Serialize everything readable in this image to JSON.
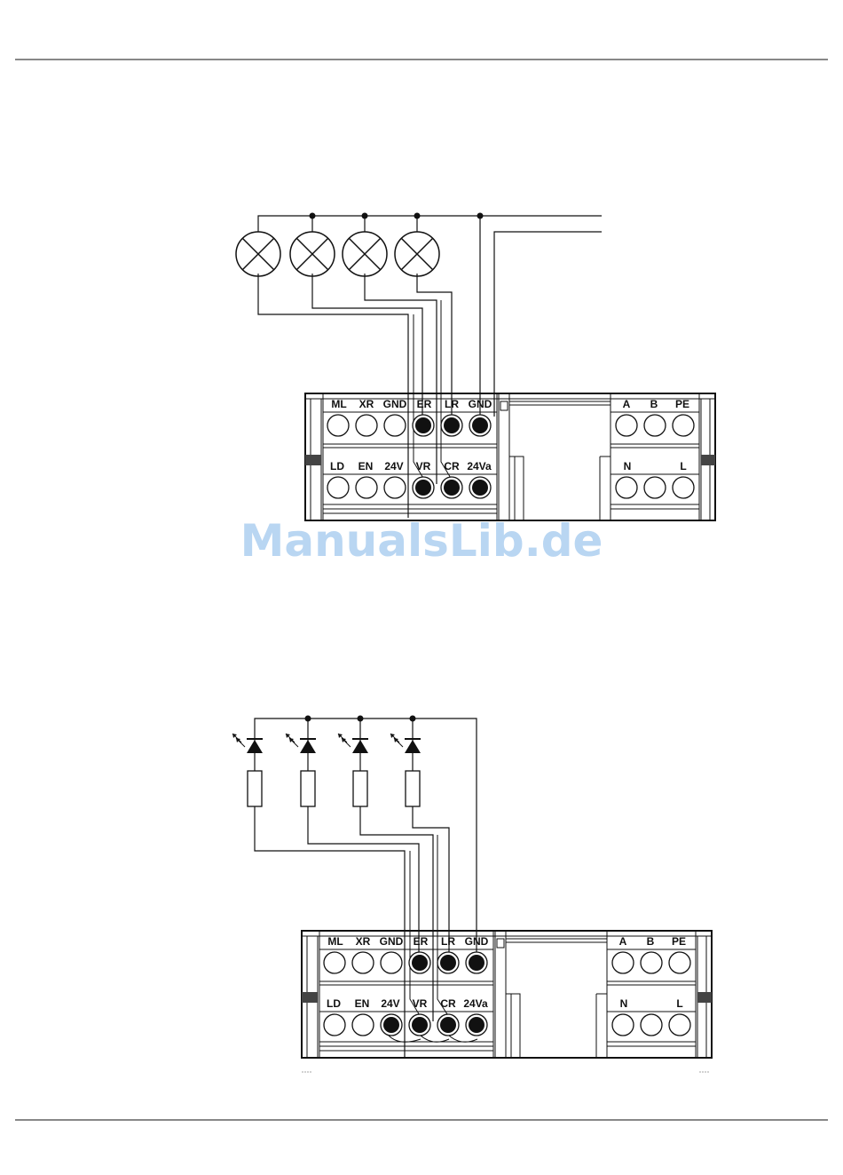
{
  "watermark": "ManualsLib.de",
  "diagrams": [
    {
      "name": "lamp-wiring",
      "load_type": "lamp",
      "top_row_labels": [
        "ML",
        "XR",
        "GND",
        "ER",
        "LR",
        "GND"
      ],
      "bottom_row_labels": [
        "LD",
        "EN",
        "24V",
        "VR",
        "CR",
        "24Va"
      ],
      "right_top_labels": [
        "A",
        "B",
        "PE"
      ],
      "right_bottom_labels": [
        "N",
        "",
        "L"
      ]
    },
    {
      "name": "led-wiring",
      "load_type": "led",
      "top_row_labels": [
        "ML",
        "XR",
        "GND",
        "ER",
        "LR",
        "GND"
      ],
      "bottom_row_labels": [
        "LD",
        "EN",
        "24V",
        "VR",
        "CR",
        "24Va"
      ],
      "right_top_labels": [
        "A",
        "B",
        "PE"
      ],
      "right_bottom_labels": [
        "N",
        "",
        "L"
      ]
    }
  ]
}
